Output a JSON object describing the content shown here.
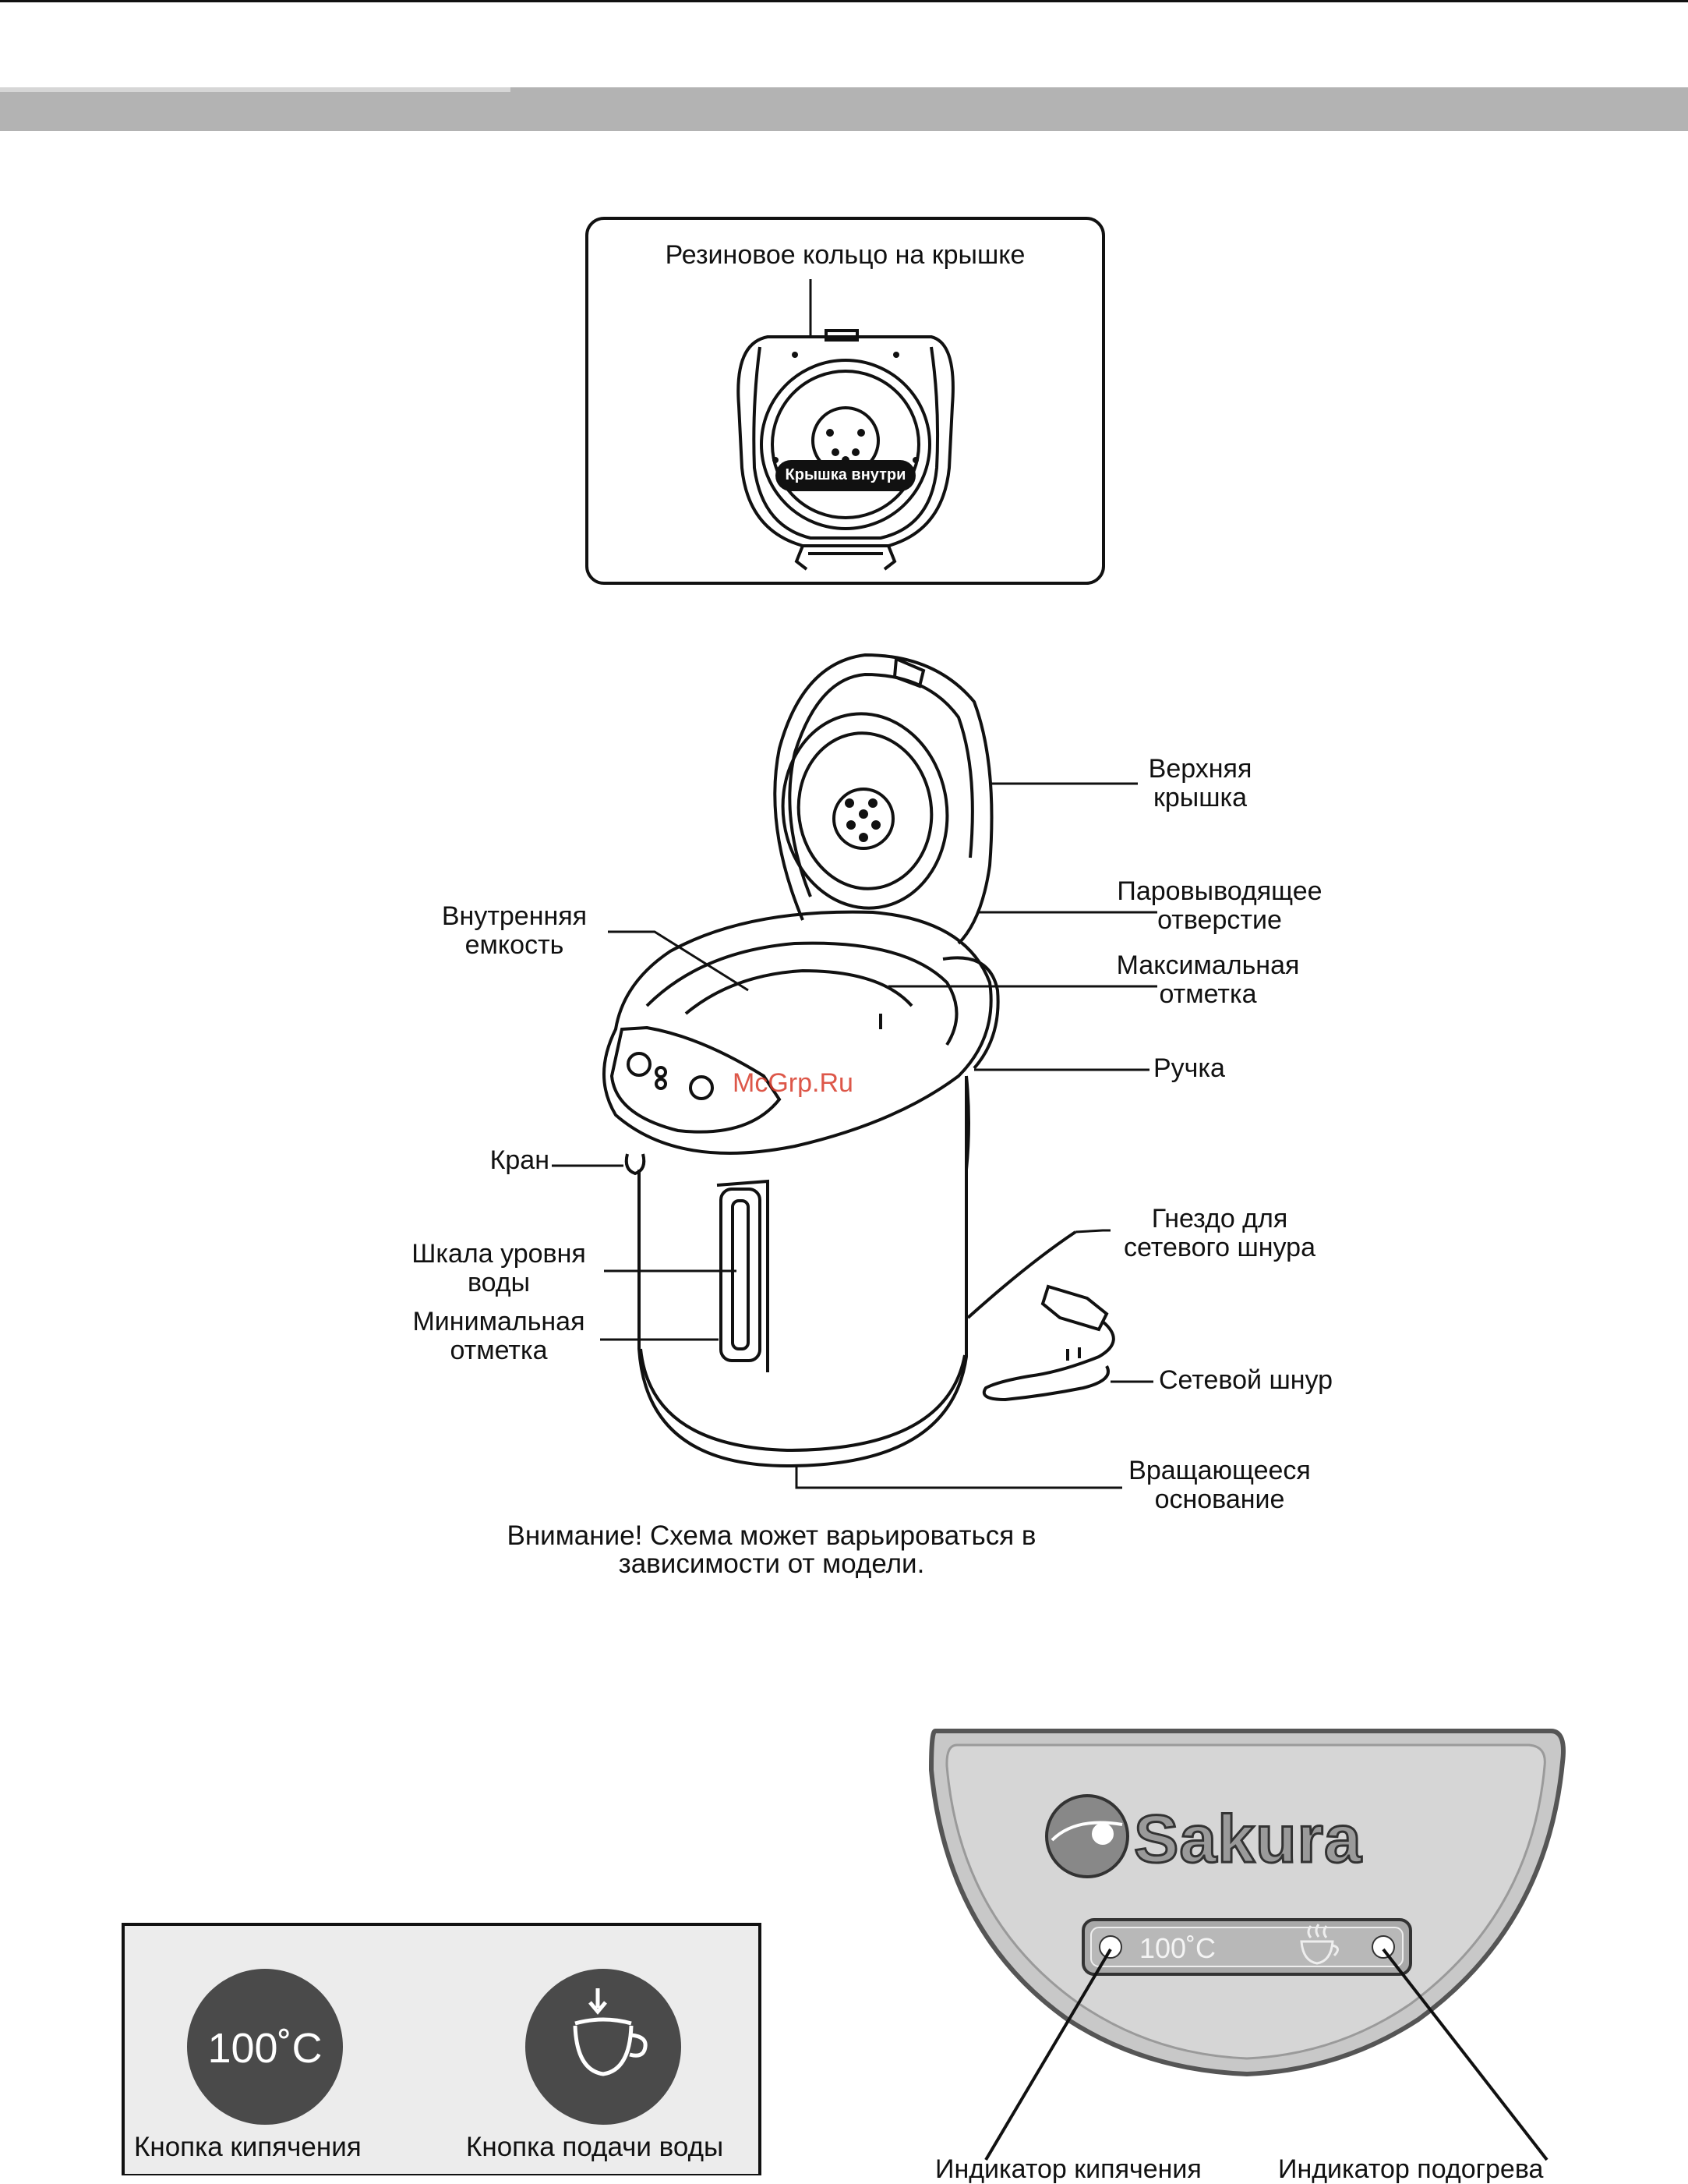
{
  "lid_inset": {
    "title": "Резиновое кольцо на крышке",
    "badge": "Крышка внутри"
  },
  "diagram_labels": {
    "top_lid": "Верхняя\nкрышка",
    "steam_vent": "Паровыводящее\nотверстие",
    "max_mark": "Максимальная\nотметка",
    "handle": "Ручка",
    "inner_tank": "Внутренняя\nемкость",
    "tap": "Кран",
    "cord_socket": "Гнездо для\nсетевого шнура",
    "water_scale": "Шкала уровня\nводы",
    "min_mark": "Минимальная\nотметка",
    "power_cord": "Сетевой шнур",
    "rotating_base": "Вращающееся\nоснование"
  },
  "watermark": "McGrp.Ru",
  "warning": "Внимание! Схема может варьироваться в\nзависимости от модели.",
  "control_panel": {
    "boil_button_text": "100˚C",
    "boil_button_label": "Кнопка кипячения",
    "dispense_button_label": "Кнопка подачи воды"
  },
  "indicator_panel": {
    "brand": "Sakura",
    "temp_text": "100˚C",
    "boil_indicator_label": "Индикатор кипячения",
    "warm_indicator_label": "Индикатор подогрева"
  }
}
